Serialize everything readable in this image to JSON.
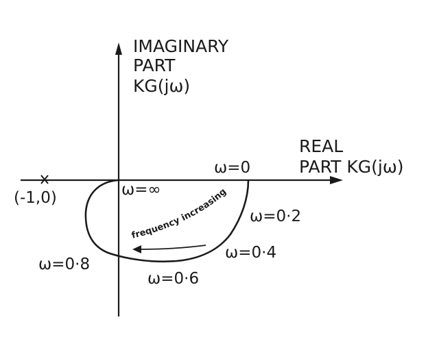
{
  "imag_axis_label": {
    "line1": "IMAGINARY",
    "line2": "PART",
    "line3": "KG(jω)"
  },
  "real_axis_label": {
    "line1": "REAL",
    "line2": "PART KG(jω)"
  },
  "critical_point": {
    "label": "(-1,0)",
    "marker": "x"
  },
  "omega_labels": {
    "w0": "ω=0",
    "winf": "ω=∞",
    "w02": "ω=0·2",
    "w04": "ω=0·4",
    "w06": "ω=0·6",
    "w08": "ω=0·8"
  },
  "frequency_note": "frequency increasing",
  "colors": {
    "ink": "#1a1a1a",
    "background": "#ffffff"
  }
}
